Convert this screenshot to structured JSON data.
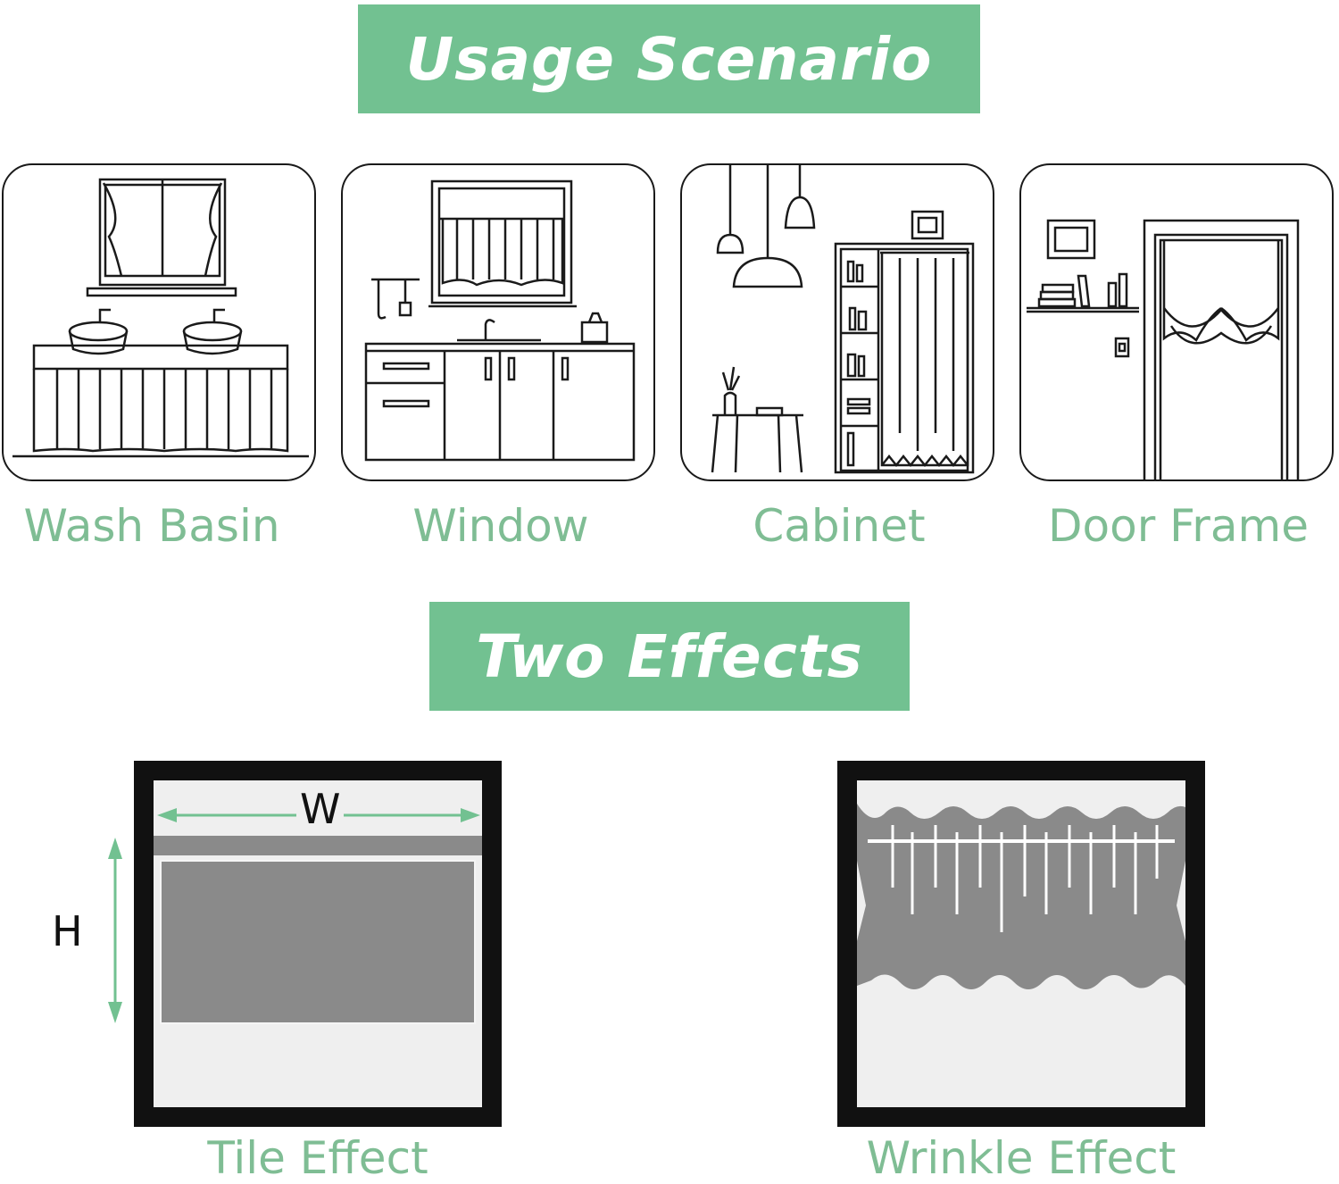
{
  "colors": {
    "accent": "#72c191",
    "label_text": "#7fbd94",
    "frame": "#111111",
    "curtain": "#888888"
  },
  "banners": {
    "usage": "Usage Scenario",
    "effects": "Two Effects"
  },
  "scenarios": [
    {
      "label": "Wash Basin",
      "icon": "wash-basin-illustration"
    },
    {
      "label": "Window",
      "icon": "kitchen-window-illustration"
    },
    {
      "label": "Cabinet",
      "icon": "cabinet-illustration"
    },
    {
      "label": "Door Frame",
      "icon": "door-frame-illustration"
    }
  ],
  "effects": [
    {
      "label": "Tile Effect",
      "icon": "tile-effect-illustration"
    },
    {
      "label": "Wrinkle Effect",
      "icon": "wrinkle-effect-illustration"
    }
  ],
  "dimensions": {
    "width_label": "W",
    "height_label": "H"
  }
}
